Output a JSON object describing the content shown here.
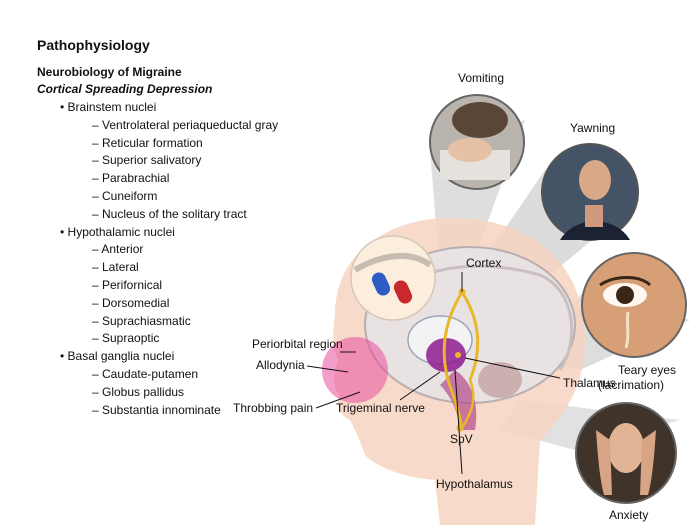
{
  "title": "Pathophysiology",
  "subtitle": "Neurobiology of Migraine",
  "section": "Cortical Spreading Depression",
  "outline": [
    {
      "label": "• Brainstem nuclei",
      "items": [
        "– Ventrolateral periaqueductal gray",
        "– Reticular formation",
        "– Superior salivatory",
        "– Parabrachial",
        "– Cuneiform",
        "– Nucleus of the solitary tract"
      ]
    },
    {
      "label": "• Hypothalamic nuclei",
      "items": [
        "– Anterior",
        "– Lateral",
        "– Perifornical",
        "– Dorsomedial",
        "– Suprachiasmatic",
        "– Supraoptic"
      ]
    },
    {
      "label": "• Basal ganglia nuclei",
      "items": [
        "– Caudate-putamen",
        "– Globus pallidus",
        "– Substantia innominate"
      ]
    }
  ],
  "labels": {
    "vomiting": "Vomiting",
    "yawning": "Yawning",
    "cortex": "Cortex",
    "periorbital": "Periorbital region",
    "allodynia": "Allodynia",
    "throbbing": "Throbbing pain",
    "trigeminal": "Trigeminal nerve",
    "thalamus": "Thalamus",
    "teary1": "Teary eyes",
    "teary2": "(lacrimation)",
    "spv": "SpV",
    "hypothalamus": "Hypothalamus",
    "anxiety": "Anxiety"
  },
  "colors": {
    "pathway": "#e9b72a",
    "brainstem": "#8e1a8e",
    "periorbital": "#e94f9e",
    "skin": "#f6d3bf",
    "photo_border": "#555555"
  }
}
